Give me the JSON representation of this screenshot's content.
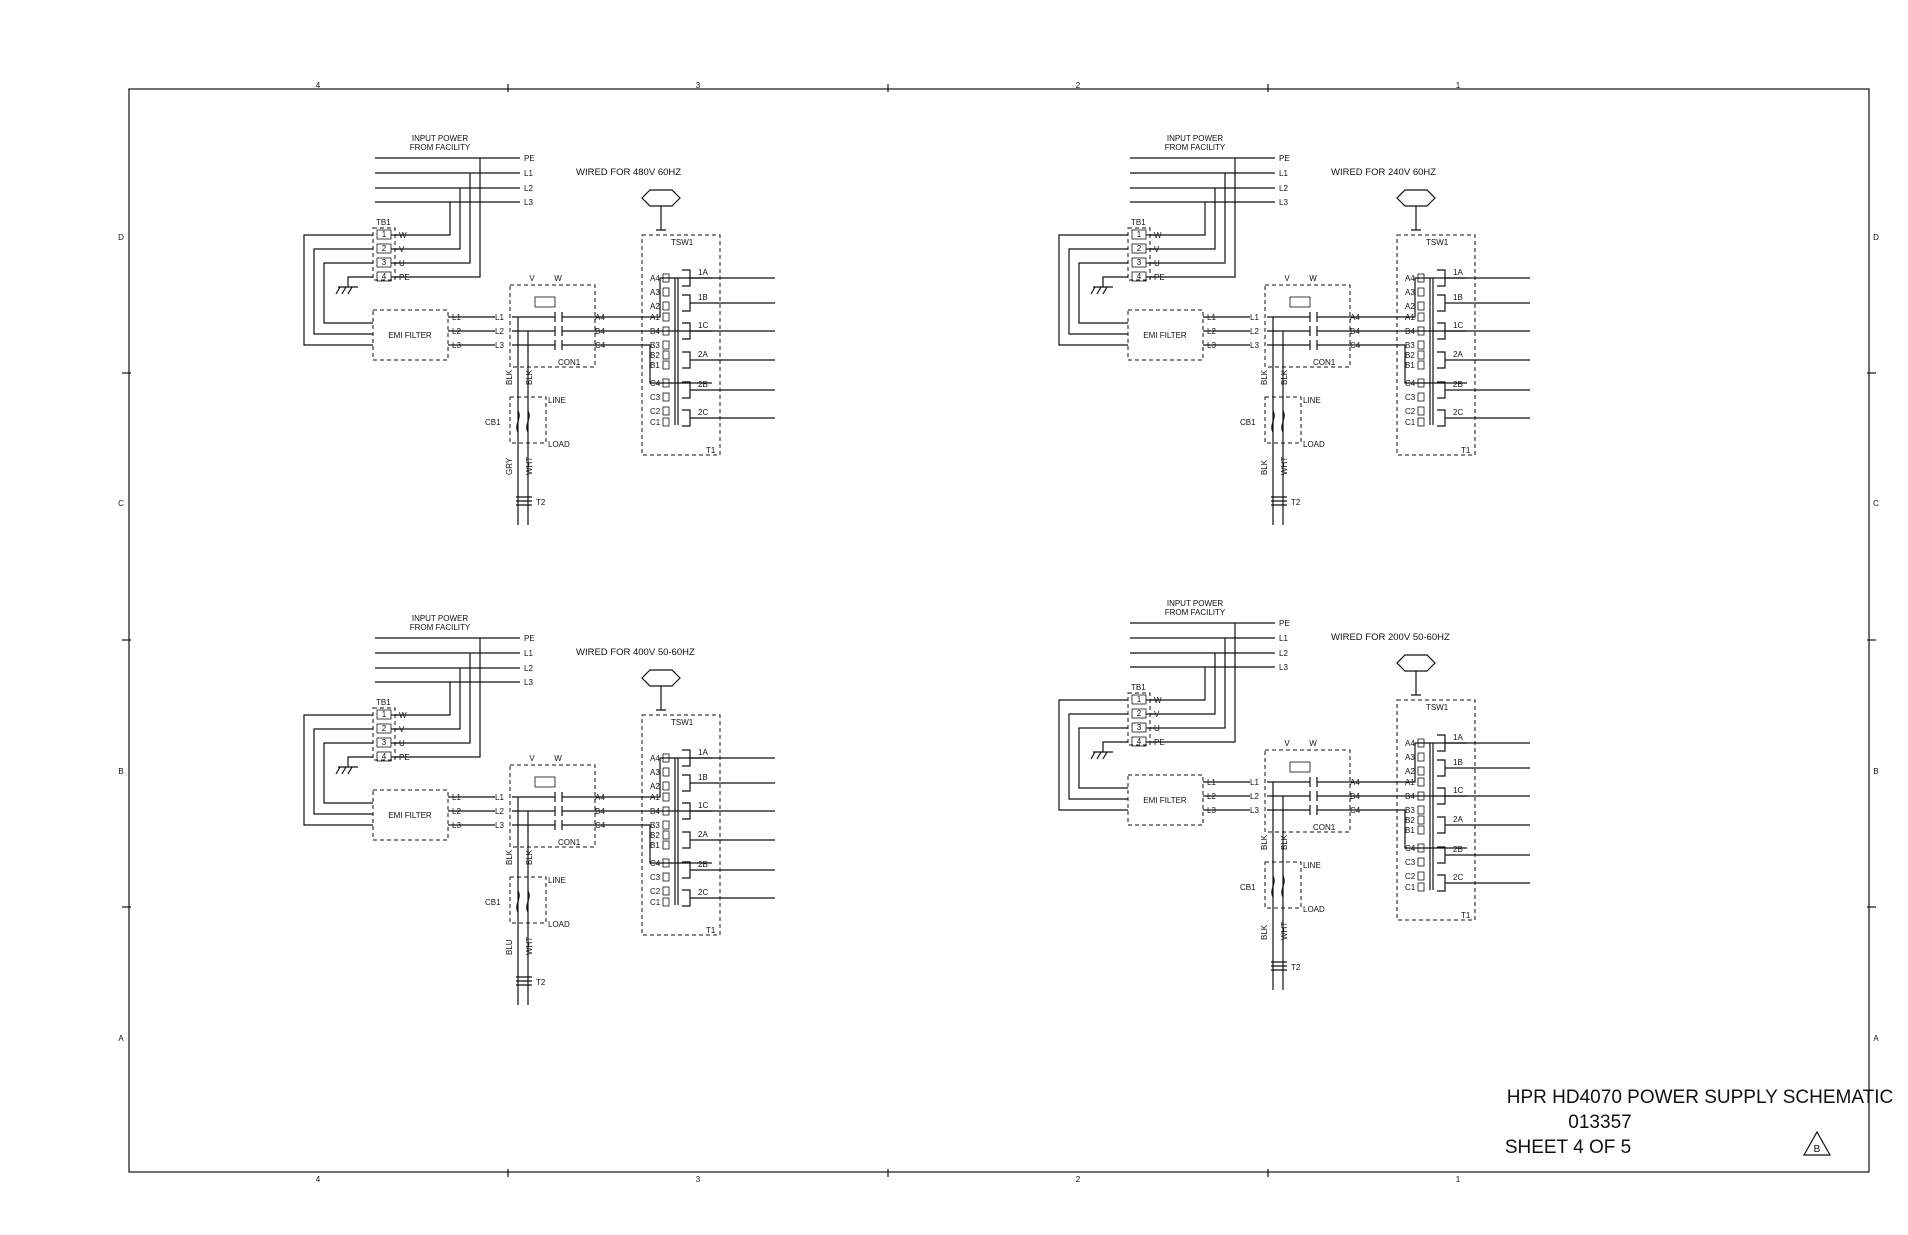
{
  "border": {
    "columns": [
      "4",
      "3",
      "2",
      "1"
    ],
    "rows": [
      "D",
      "C",
      "B",
      "A"
    ]
  },
  "title_block": {
    "line1": "HPR HD4070 POWER SUPPLY SCHEMATIC",
    "line2": "013357",
    "line3": "SHEET 4 OF 5",
    "revision": "B"
  },
  "labels": {
    "input_power_1": "INPUT POWER",
    "input_power_2": "FROM FACILITY",
    "pe": "PE",
    "l1": "L1",
    "l2": "L2",
    "l3": "L3",
    "tb1": "TB1",
    "tb_w": "W",
    "tb_v": "V",
    "tb_u": "U",
    "tb_pe": "PE",
    "emi_filter": "EMI FILTER",
    "con1": "CON1",
    "con_v": "V",
    "con_w": "W",
    "a4": "A4",
    "b4": "B4",
    "c4": "C4",
    "tsw1": "TSW1",
    "t1": "T1",
    "cb1": "CB1",
    "line": "LINE",
    "load": "LOAD",
    "t2": "T2",
    "blk": "BLK",
    "wht": "WHT",
    "tap_1a": "1A",
    "tap_1b": "1B",
    "tap_1c": "1C",
    "tap_2a": "2A",
    "tap_2b": "2B",
    "tap_2c": "2C"
  },
  "panels": [
    {
      "id": "480v",
      "title": "WIRED FOR 480V 60HZ",
      "lower_wire_1": "GRY",
      "taps": [
        "A4",
        "A3",
        "A2",
        "A1",
        "B4",
        "B3",
        "B2",
        "B1",
        "C4",
        "C3",
        "C2",
        "C1"
      ]
    },
    {
      "id": "240v",
      "title": "WIRED FOR 240V 60HZ",
      "lower_wire_1": "BLK",
      "taps": [
        "A4",
        "A3",
        "A2",
        "A1",
        "B4",
        "B3",
        "B2",
        "B1",
        "C4",
        "C3",
        "C2",
        "C1"
      ]
    },
    {
      "id": "400v",
      "title": "WIRED FOR 400V 50-60HZ",
      "lower_wire_1": "BLU",
      "taps": [
        "A4",
        "A3",
        "A2",
        "A1",
        "B4",
        "B3",
        "B2",
        "B1",
        "C4",
        "C3",
        "C2",
        "C1"
      ]
    },
    {
      "id": "200v",
      "title": "WIRED FOR 200V 50-60HZ",
      "lower_wire_1": "BLK",
      "taps": [
        "A4",
        "A3",
        "A2",
        "A1",
        "B4",
        "B3",
        "B2",
        "B1",
        "C4",
        "C3",
        "C2",
        "C1"
      ]
    }
  ]
}
